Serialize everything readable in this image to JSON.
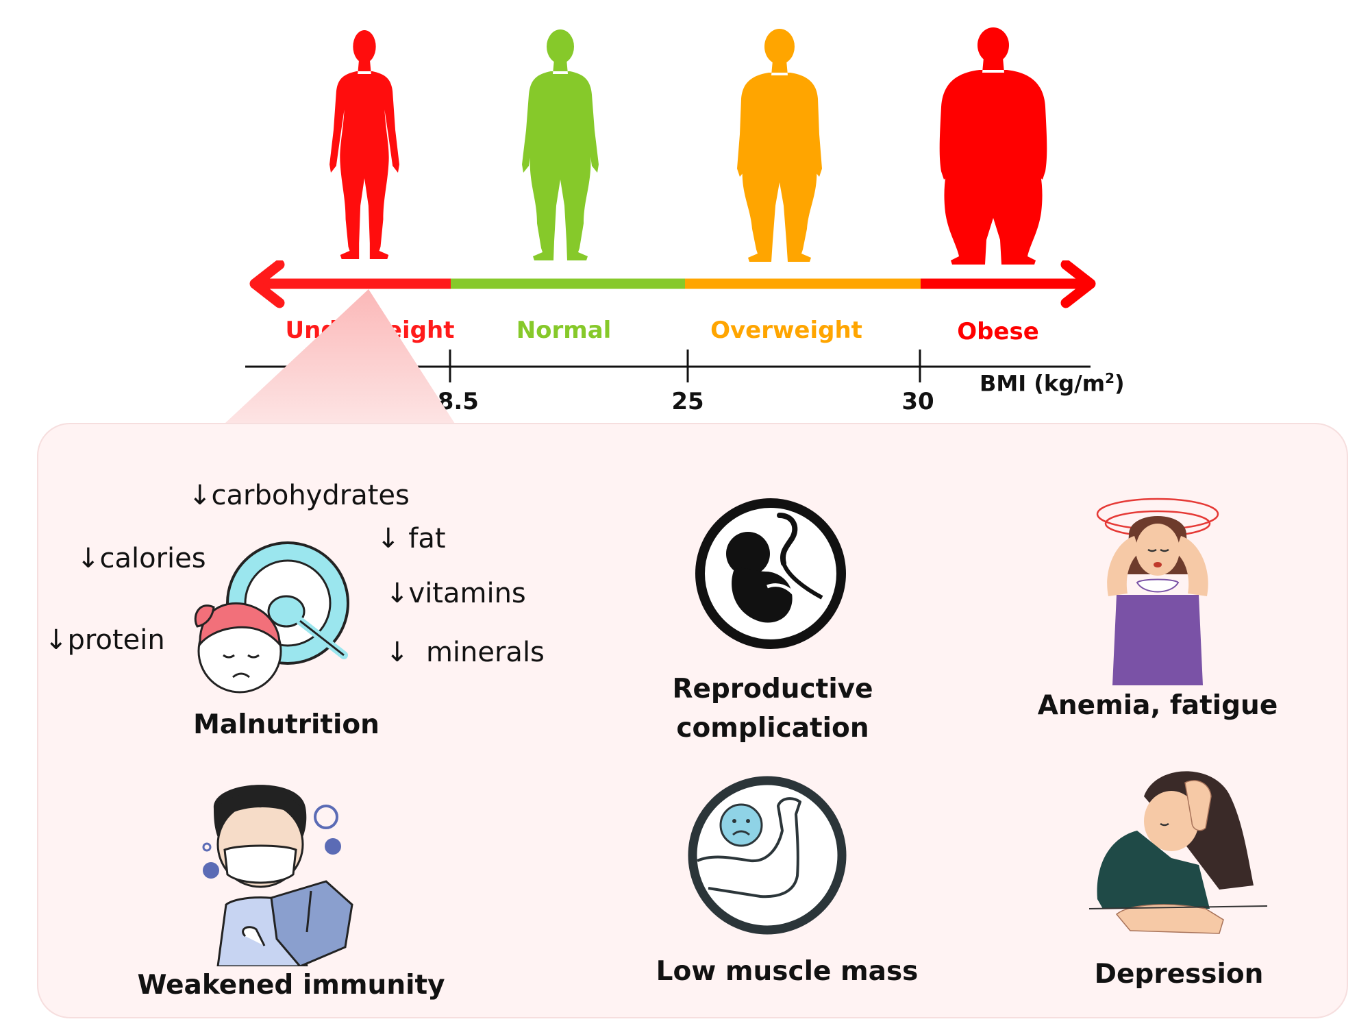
{
  "colors": {
    "red": "#ff0000",
    "green": "#86c92a",
    "orange": "#ffa500",
    "panel": "#fff3f3",
    "dark": "#111111"
  },
  "categories": [
    {
      "label": "Underweight",
      "color": "#ff1a1a"
    },
    {
      "label": "Normal",
      "color": "#86c92a"
    },
    {
      "label": "Overweight",
      "color": "#ffa500"
    },
    {
      "label": "Obese",
      "color": "#ff0000"
    }
  ],
  "bmi_axis": {
    "title": "BMI (kg/m",
    "title_sup": "2",
    "title_close": ")",
    "ticks": [
      "18.5",
      "25",
      "30"
    ]
  },
  "nutrients": [
    {
      "arrow": "↓",
      "label": "carbohydrates"
    },
    {
      "arrow": "↓",
      "label": " fat"
    },
    {
      "arrow": "↓",
      "label": "calories"
    },
    {
      "arrow": "↓",
      "label": "vitamins"
    },
    {
      "arrow": "↓",
      "label": "protein"
    },
    {
      "arrow": "↓",
      "label": "  minerals"
    }
  ],
  "effects": {
    "malnutrition": "Malnutrition",
    "reproductive_1": "Reproductive",
    "reproductive_2": "complication",
    "anemia": "Anemia, fatigue",
    "immunity": "Weakened immunity",
    "muscle": "Low muscle mass",
    "depression": "Depression"
  },
  "icons": [
    "female-silhouette-icon",
    "plate-spoon-icon",
    "fetus-icon",
    "headache-woman-icon",
    "masked-man-shield-icon",
    "weak-arm-icon",
    "depressed-woman-icon"
  ]
}
